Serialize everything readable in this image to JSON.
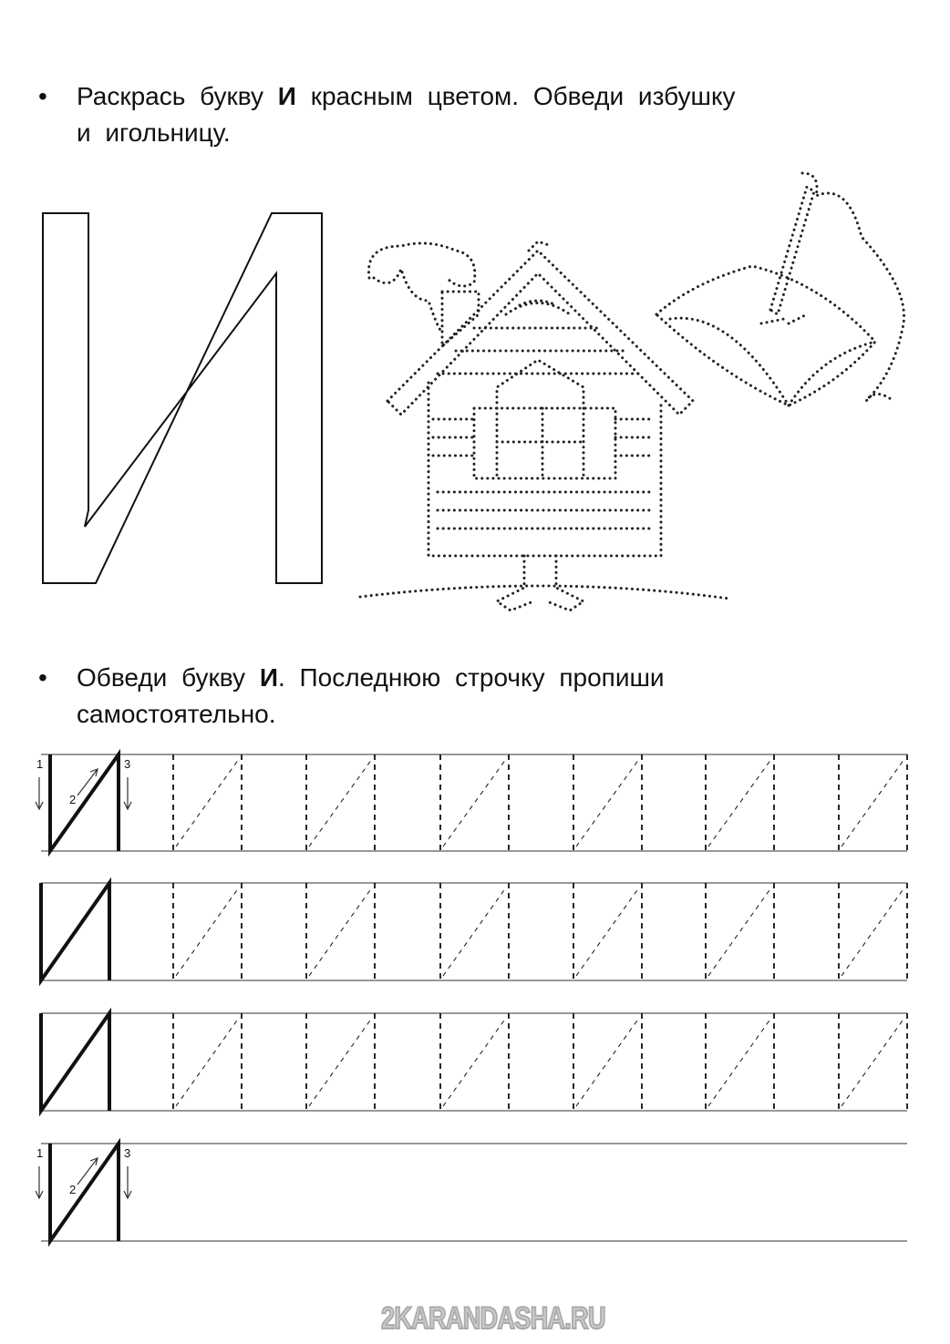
{
  "task1": {
    "bullet": "•",
    "part1": "Раскрась букву ",
    "letter": "И",
    "part2": " красным цветом. Обведи избушку",
    "line2": "и игольницу."
  },
  "task2": {
    "bullet": "•",
    "part1": "Обведи букву ",
    "letter": "И",
    "part2": ". Последнюю строчку пропиши",
    "line2": "самостоятельно."
  },
  "stroke_order": {
    "n1": "1",
    "n2": "2",
    "n3": "3"
  },
  "watermark": "2KARANDASHA.RU"
}
